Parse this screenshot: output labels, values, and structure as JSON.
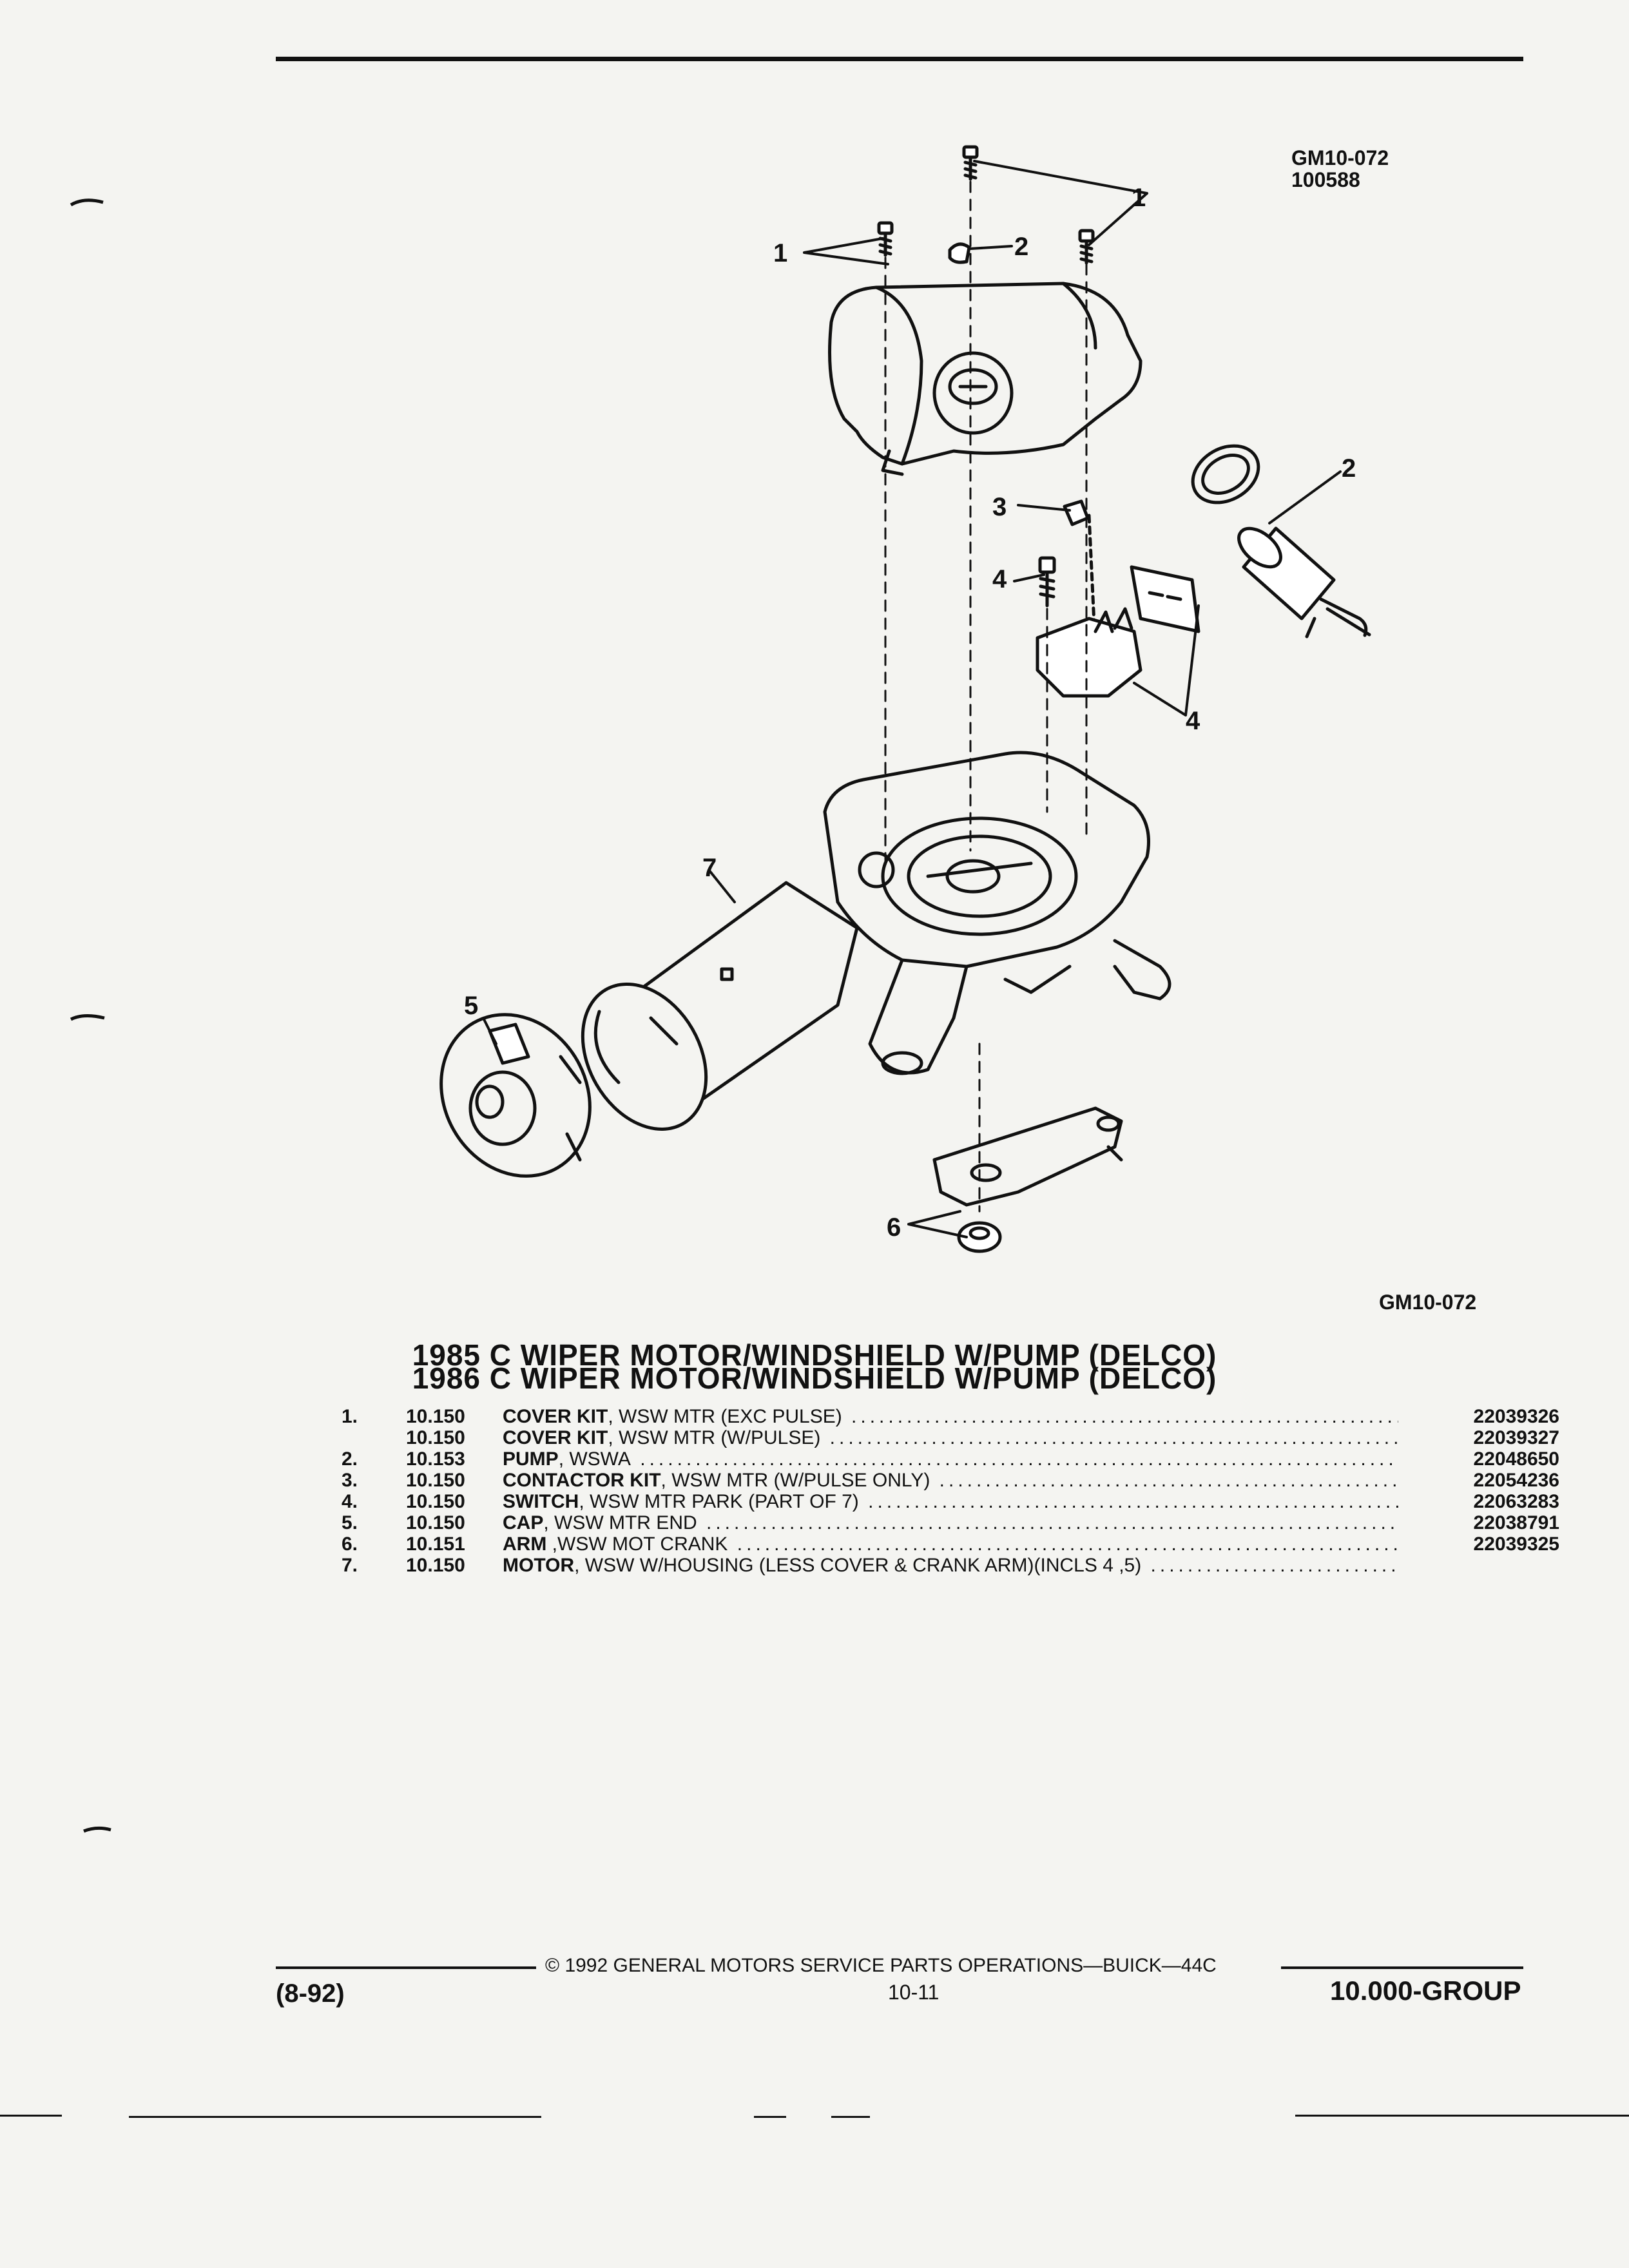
{
  "figure": {
    "code_top": "GM10-072",
    "number_top": "100588",
    "code_bottom": "GM10-072",
    "callouts": [
      "1",
      "1",
      "2",
      "2",
      "3",
      "4",
      "4",
      "5",
      "6",
      "7"
    ]
  },
  "titles": [
    "1985 C WIPER MOTOR/WINDSHIELD W/PUMP (DELCO)",
    "1986 C WIPER MOTOR/WINDSHIELD W/PUMP (DELCO)"
  ],
  "parts": [
    {
      "num": "1.",
      "group": "10.150",
      "name": "COVER KIT",
      "detail": ", WSW MTR (EXC PULSE)",
      "part": "22039326"
    },
    {
      "num": "",
      "group": "10.150",
      "name": "COVER KIT",
      "detail": ", WSW MTR (W/PULSE)",
      "part": "22039327"
    },
    {
      "num": "2.",
      "group": "10.153",
      "name": "PUMP",
      "detail": ", WSWA",
      "part": "22048650"
    },
    {
      "num": "3.",
      "group": "10.150",
      "name": "CONTACTOR KIT",
      "detail": ", WSW MTR (W/PULSE ONLY)",
      "part": "22054236"
    },
    {
      "num": "4.",
      "group": "10.150",
      "name": "SWITCH",
      "detail": ", WSW MTR PARK (PART OF 7)",
      "part": "22063283"
    },
    {
      "num": "5.",
      "group": "10.150",
      "name": "CAP",
      "detail": ", WSW MTR END",
      "part": "22038791"
    },
    {
      "num": "6.",
      "group": "10.151",
      "name": "ARM",
      "detail": " ,WSW MOT CRANK",
      "part": "22039325"
    },
    {
      "num": "7.",
      "group": "10.150",
      "name": "MOTOR",
      "detail": ", WSW W/HOUSING (LESS COVER & CRANK ARM)(INCLS 4 ,5)",
      "part": ""
    }
  ],
  "footer": {
    "copyright": "© 1992 GENERAL MOTORS SERVICE PARTS OPERATIONS—BUICK—44C",
    "date": "(8-92)",
    "page": "10-11",
    "group": "10.000-GROUP"
  }
}
